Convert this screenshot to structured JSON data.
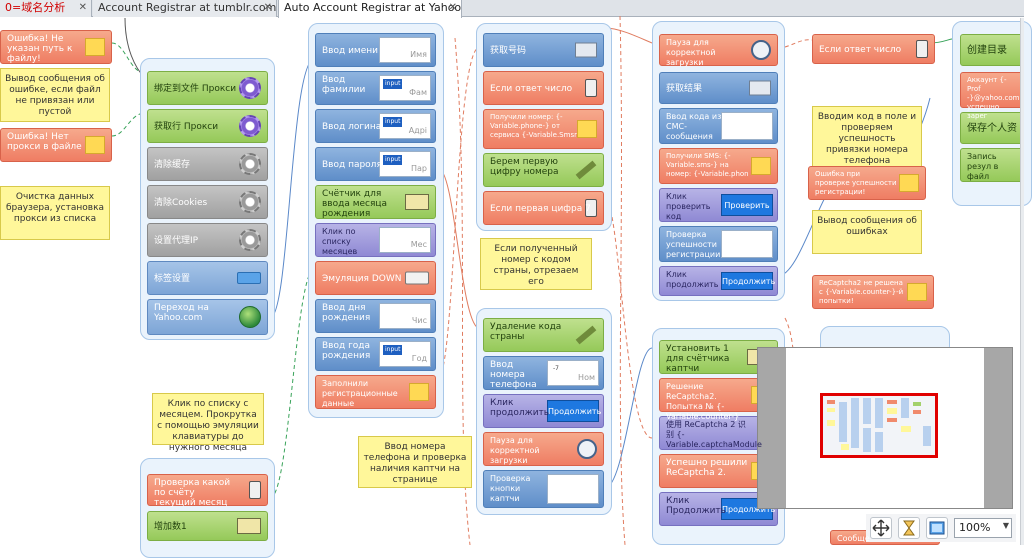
{
  "tabs": [
    {
      "label": "0=域名分析",
      "closable": true
    },
    {
      "label": "Account Registrar at tumblr.com",
      "closable": true
    },
    {
      "label": "Auto Account Registrar at Yahoo",
      "closable": true
    }
  ],
  "col1": {
    "errors": [
      {
        "label": "Ошибка! Не указан путь к файлу!"
      },
      {
        "label": "Ошибка! Нет прокси в файле"
      }
    ],
    "notes": [
      {
        "label": "Вывод сообщения об ошибке, если файл не привязан или пустой"
      },
      {
        "label": "Очистка данных браузера, установка прокси из списка"
      },
      {
        "label": "Клик по списку с месяцем. Прокрутка с помощью эмуляции клавиатуры до нужного месяца"
      }
    ],
    "group_items": [
      {
        "label": "绑定到文件 Прокси"
      },
      {
        "label": "获取行 Прокси"
      },
      {
        "label": "清除缓存"
      },
      {
        "label": "清除Cookies"
      },
      {
        "label": "设置代理IP"
      },
      {
        "label": "标签设置"
      },
      {
        "label": "Переход на Yahoo.com"
      }
    ],
    "lower_items": [
      {
        "label": "Проверка какой по счёту текущий месяц"
      },
      {
        "label": "增加数1"
      }
    ]
  },
  "col2": {
    "items": [
      {
        "label": "Ввод имени",
        "field": "Имя"
      },
      {
        "label": "Ввод фамилии",
        "field": "Фам"
      },
      {
        "label": "Ввод логина",
        "field": "Адрі"
      },
      {
        "label": "Ввод пароля",
        "field": "Пар"
      },
      {
        "label": "Счётчик для ввода месяца рождения"
      },
      {
        "label": "Клик по списку месяцев",
        "field": "Мес"
      },
      {
        "label": "Эмуляция DOWN"
      },
      {
        "label": "Ввод дня рождения",
        "field": "Чис"
      },
      {
        "label": "Ввод года рождения",
        "field": "Год"
      },
      {
        "label": "Заполнили регистрационные данные"
      }
    ],
    "input_badge": "input",
    "note": {
      "label": "Ввод номера телефона и проверка наличия каптчи на странице"
    }
  },
  "col3": {
    "top_items": [
      {
        "label": "获取号码"
      },
      {
        "label": "Если ответ число"
      },
      {
        "label": "Получили номер: {-Variable.phone-} от сервиса {-Variable.Smsr"
      },
      {
        "label": "Берем первую цифру номера"
      },
      {
        "label": "Если первая цифра 7"
      }
    ],
    "note": {
      "label": "Если полученный номер с кодом страны, отрезаем его"
    },
    "bottom_items": [
      {
        "label": "Удаление кода страны"
      },
      {
        "label": "Ввод номера телефона",
        "field": "Ном",
        "code": "-7"
      },
      {
        "label": "Клик продолжить",
        "button": "Продолжить"
      },
      {
        "label": "Пауза для корректной загрузки"
      },
      {
        "label": "Проверка кнопки каптчи"
      }
    ]
  },
  "col4": {
    "items": [
      {
        "label": "Пауза для корректной загрузки"
      },
      {
        "label": "获取结果"
      },
      {
        "label": "Ввод кода из СМС-сообщения"
      },
      {
        "label": "Получили SMS: {-Variable.sms-} на номер: {-Variable.phon"
      },
      {
        "label": "Клик проверить код",
        "button": "Проверить"
      },
      {
        "label": "Проверка успешности регистрации"
      },
      {
        "label": "Клик продолжить",
        "button": "Продолжить"
      }
    ],
    "lower_items": [
      {
        "label": "Установить 1 для счётчика каптчи"
      },
      {
        "label": "Решение ReCaptcha2. Попытка № {-Variable.counter-}"
      },
      {
        "label": "使用 ReCaptcha 2 识别 {-Variable.captchaModule"
      },
      {
        "label": "Успешно решили ReCaptcha 2."
      },
      {
        "label": "Клик Продолжить",
        "button": "Продолжить"
      }
    ]
  },
  "col5": {
    "items": [
      {
        "label": "Если ответ число"
      },
      {
        "label": "Ошибка при проверке успешности регистрации!"
      },
      {
        "label": "ReCaptcha2 не решена с {-Variable.counter-}-й попытки!"
      }
    ],
    "notes": [
      {
        "label": "Вводим код в поле и проверяем успешность привязки номера телефона"
      },
      {
        "label": "Вывод сообщения об ошибках"
      }
    ],
    "bottom_partial": "Сообще"
  },
  "col6": {
    "items": [
      {
        "label": "创建目录"
      },
      {
        "label": "Аккаунт {-Prof -}@yahoo.com успешно зарег"
      },
      {
        "label": "保存个人资"
      },
      {
        "label": "Запись резул в файл"
      }
    ]
  },
  "zoom": {
    "value": "100%"
  },
  "colors": {
    "node_blue": "#6f9bd2",
    "node_orange": "#f08a6c",
    "node_green": "#a3d16b",
    "node_gray": "#b1b1b1",
    "node_purple": "#9e98da",
    "note_yellow": "#fff79a",
    "minimap_frame": "#e00000"
  }
}
